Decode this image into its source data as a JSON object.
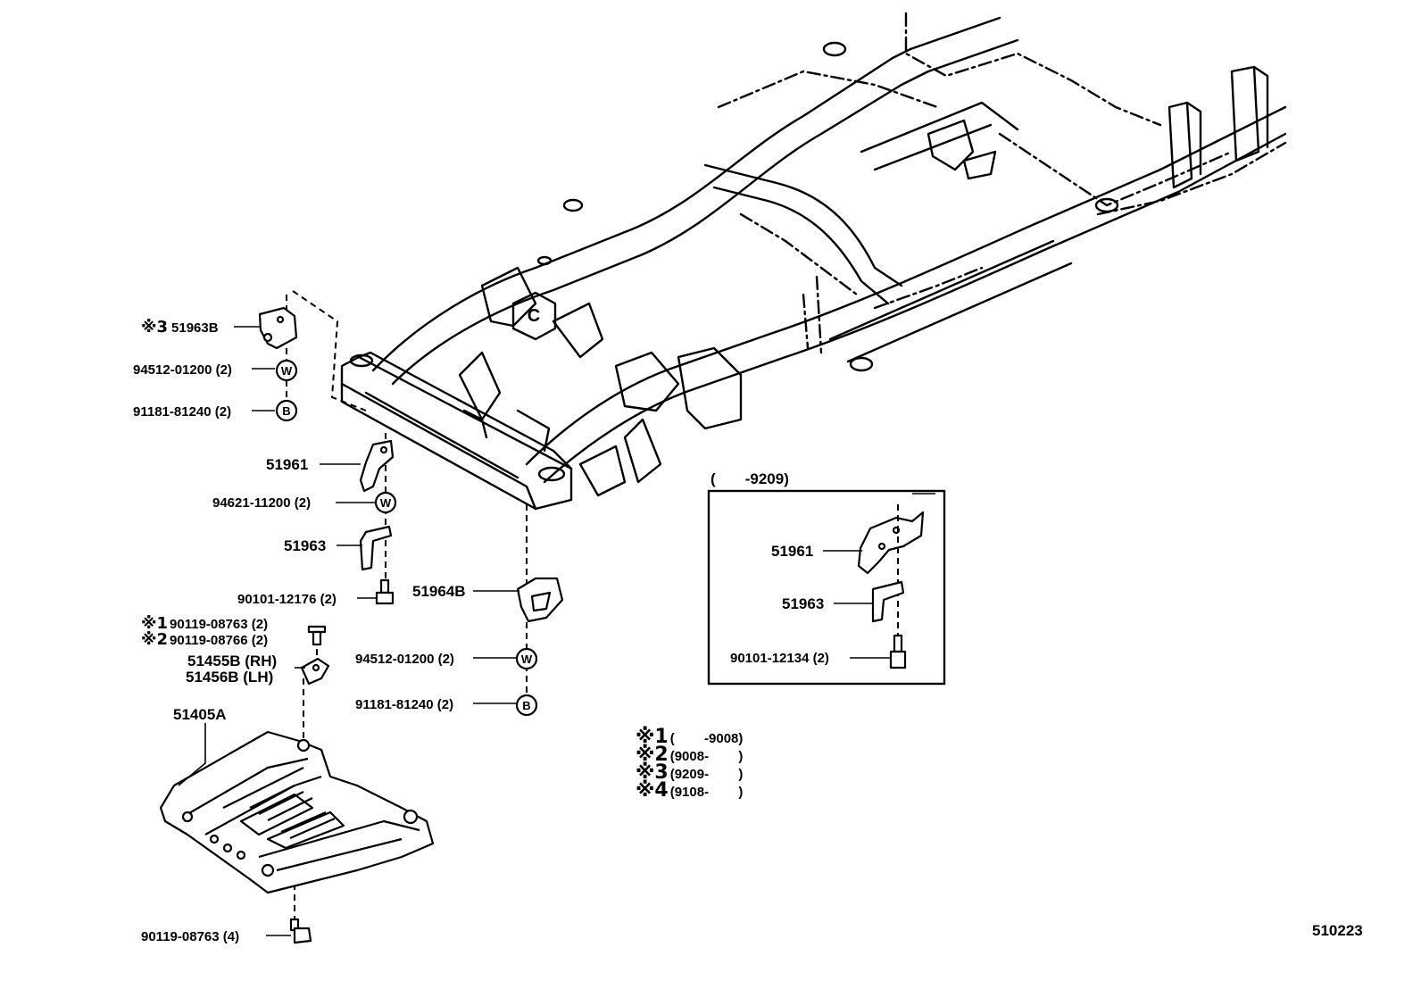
{
  "callouts": {
    "l_51963b": {
      "mark": "※3",
      "part": "51963B"
    },
    "l_9451201200_top": "94512-01200 (2)",
    "l_9118181240_top": "91181-81240 (2)",
    "l_51961": "51961",
    "l_9462111200": "94621-11200 (2)",
    "l_51963": "51963",
    "l_9010112176": "90101-12176 (2)",
    "l_9011908763": {
      "mark": "※1",
      "part": "90119-08763 (2)"
    },
    "l_9011908766": {
      "mark": "※2",
      "part": "90119-08766 (2)"
    },
    "l_51455b": "51455B (RH)",
    "l_51456b": "51456B (LH)",
    "l_51405a": "51405A",
    "l_9011908763_4": "90119-08763 (4)",
    "l_51964b": "51964B",
    "l_9451201200_bot": "94512-01200 (2)",
    "l_9118181240_bot": "91181-81240 (2)"
  },
  "badges": {
    "washer": "W",
    "bolt": "B",
    "center": "C"
  },
  "inset": {
    "range": "(       -9209)",
    "l_51961": "51961",
    "l_51963": "51963",
    "l_9010112134": "90101-12134 (2)"
  },
  "notes": [
    {
      "mark": "※1",
      "range": "(        -9008)"
    },
    {
      "mark": "※2",
      "range": "(9008-        )"
    },
    {
      "mark": "※3",
      "range": "(9209-        )"
    },
    {
      "mark": "※4",
      "range": "(9108-        )"
    }
  ],
  "diagram_id": "510223"
}
